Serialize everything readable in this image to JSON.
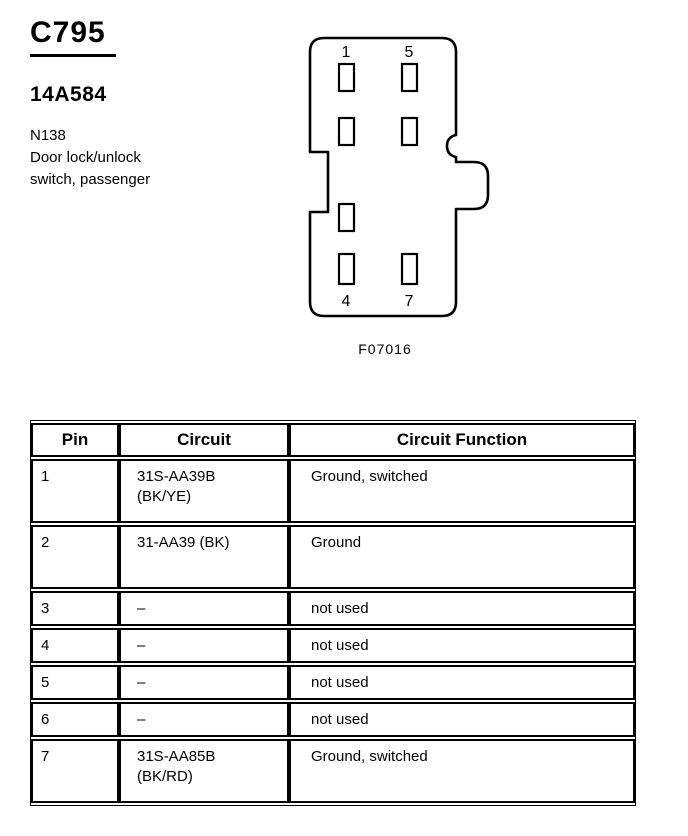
{
  "doc": {
    "connector_code": "C795",
    "part_number": "14A584",
    "component_code": "N138",
    "component_description": "Door lock/unlock\nswitch, passenger",
    "figure_code": "F07016"
  },
  "connector": {
    "pin_top_left": "1",
    "pin_top_right": "5",
    "pin_bottom_left": "4",
    "pin_bottom_right": "7"
  },
  "table": {
    "headers": [
      "Pin",
      "Circuit",
      "Circuit Function"
    ],
    "rows": [
      {
        "pin": "1",
        "circuit": "31S-AA39B\n(BK/YE)",
        "function": "Ground, switched"
      },
      {
        "pin": "2",
        "circuit": "31-AA39 (BK)",
        "function": "Ground"
      },
      {
        "pin": "3",
        "circuit": "–",
        "function": "not used"
      },
      {
        "pin": "4",
        "circuit": "–",
        "function": "not used"
      },
      {
        "pin": "5",
        "circuit": "–",
        "function": "not used"
      },
      {
        "pin": "6",
        "circuit": "–",
        "function": "not used"
      },
      {
        "pin": "7",
        "circuit": "31S-AA85B\n(BK/RD)",
        "function": "Ground, switched"
      }
    ]
  }
}
